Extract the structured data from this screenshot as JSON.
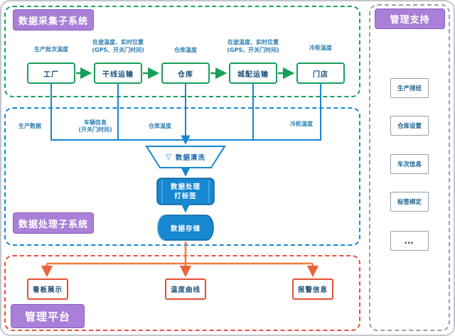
{
  "colors": {
    "collection_green": "#17a05a",
    "processing_blue": "#1787d0",
    "platform_red": "#e8503a",
    "arrow_orange": "#ee7c3e",
    "section_label_purple": "#a97fd8",
    "support_gray": "#9aa0a6",
    "node_text_navy": "#1a4e79",
    "annotation_blue": "#2c7fb0"
  },
  "collection": {
    "title": "数据采集子系统",
    "nodes": [
      {
        "label": "工厂",
        "ann": [
          "生产批次温度"
        ]
      },
      {
        "label": "干线运输",
        "ann": [
          "在途温度、实时位置",
          "(GPS、开关门时间)"
        ]
      },
      {
        "label": "仓库",
        "ann": [
          "仓库温度"
        ]
      },
      {
        "label": "城配运输",
        "ann": [
          "在途温度、实时位置",
          "(GPS、开关门时间)"
        ]
      },
      {
        "label": "门店",
        "ann": [
          "冷柜温度"
        ]
      }
    ]
  },
  "processing": {
    "title": "数据处理子系统",
    "flow_labels": [
      [
        "生产数据"
      ],
      [
        "车辆信息",
        "(开关门时间)"
      ],
      [
        "仓库温度"
      ],
      [
        "冷柜温度"
      ]
    ],
    "funnel_icon": "▽",
    "clean_label": "数据清洗",
    "process_lines": [
      "数据处理",
      "打标签"
    ],
    "store_label": "数据存储"
  },
  "platform": {
    "title": "管理平台",
    "outputs": [
      "看板展示",
      "温度曲线",
      "报警信息"
    ]
  },
  "support": {
    "title": "管理支持",
    "items": [
      "生产排班",
      "仓库设置",
      "车次信息",
      "标签绑定",
      "…"
    ]
  }
}
